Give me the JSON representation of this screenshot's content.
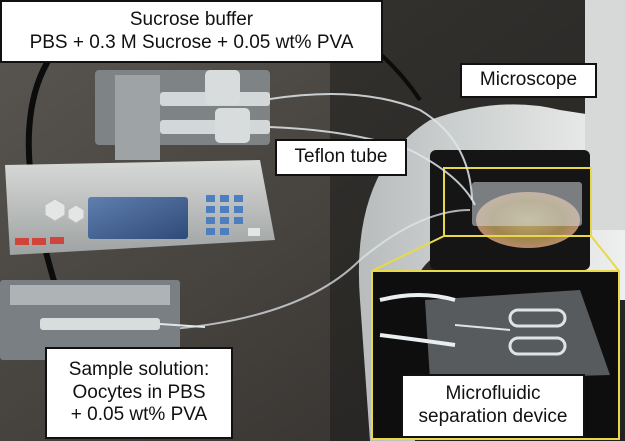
{
  "labels": {
    "sucrose_buffer": {
      "line1": "Sucrose buffer",
      "line2": "PBS + 0.3 M Sucrose + 0.05 wt% PVA"
    },
    "microscope": "Microscope",
    "teflon_tube": "Teflon tube",
    "sample_solution": {
      "line1": "Sample solution:",
      "line2": "Oocytes in PBS",
      "line3": "+ 0.05 wt% PVA"
    },
    "microfluidic_device": {
      "line1": "Microfluidic",
      "line2": "separation device"
    }
  },
  "colors": {
    "callout_yellow": "#e8d84a",
    "label_border": "#111111",
    "label_background": "#ffffff"
  }
}
